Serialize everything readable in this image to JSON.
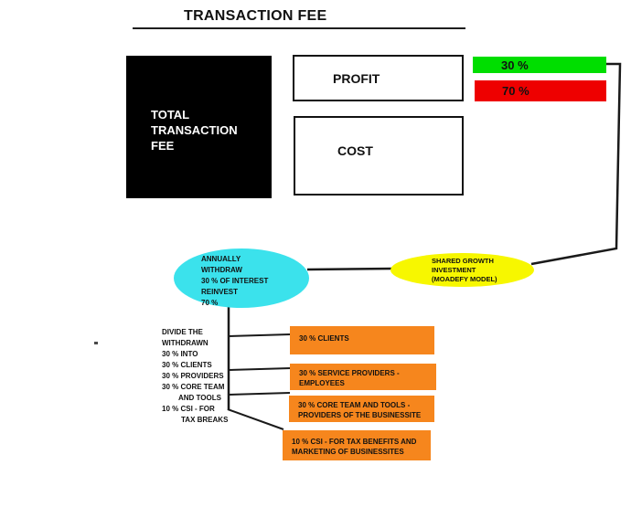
{
  "title": "TRANSACTION FEE",
  "colors": {
    "profit_share_green": "#00DE00",
    "cost_share_red": "#EE0000",
    "annual_withdraw_cyan": "#3BE2EC",
    "shared_growth_yellow": "#F7F700",
    "allocation_orange": "#F6861D",
    "box_black": "#000000",
    "line_black": "#1a1a1a"
  },
  "total_fee_box": {
    "label": "TOTAL\nTRANSACTION\nFEE"
  },
  "profit_box": {
    "label": "PROFIT"
  },
  "cost_box": {
    "label": "COST"
  },
  "profit_share_bar": {
    "label": "30 %"
  },
  "cost_share_bar": {
    "label": "70 %"
  },
  "annual_withdraw_ellipse": {
    "label": "ANNUALLY\nWITHDRAW\n30 % OF INTEREST\nREINVEST\n70 %"
  },
  "shared_growth_ellipse": {
    "label": "SHARED GROWTH\nINVESTMENT\n(MOADEFY MODEL)"
  },
  "divide_note": {
    "lines": [
      "DIVIDE THE",
      "WITHDRAWN",
      "30 % INTO",
      "30 % CLIENTS",
      "30 % PROVIDERS",
      "30 % CORE TEAM",
      "AND TOOLS",
      "10 % CSI - FOR",
      "TAX BREAKS"
    ]
  },
  "allocation_boxes": [
    {
      "label": "30 % CLIENTS"
    },
    {
      "label": "30 % SERVICE PROVIDERS -\nEMPLOYEES"
    },
    {
      "label": "30 % CORE TEAM AND TOOLS -\nPROVIDERS OF THE BUSINESSITE"
    },
    {
      "label": "10 % CSI - FOR TAX BENEFITS AND\nMARKETING OF BUSINESSITES"
    }
  ]
}
